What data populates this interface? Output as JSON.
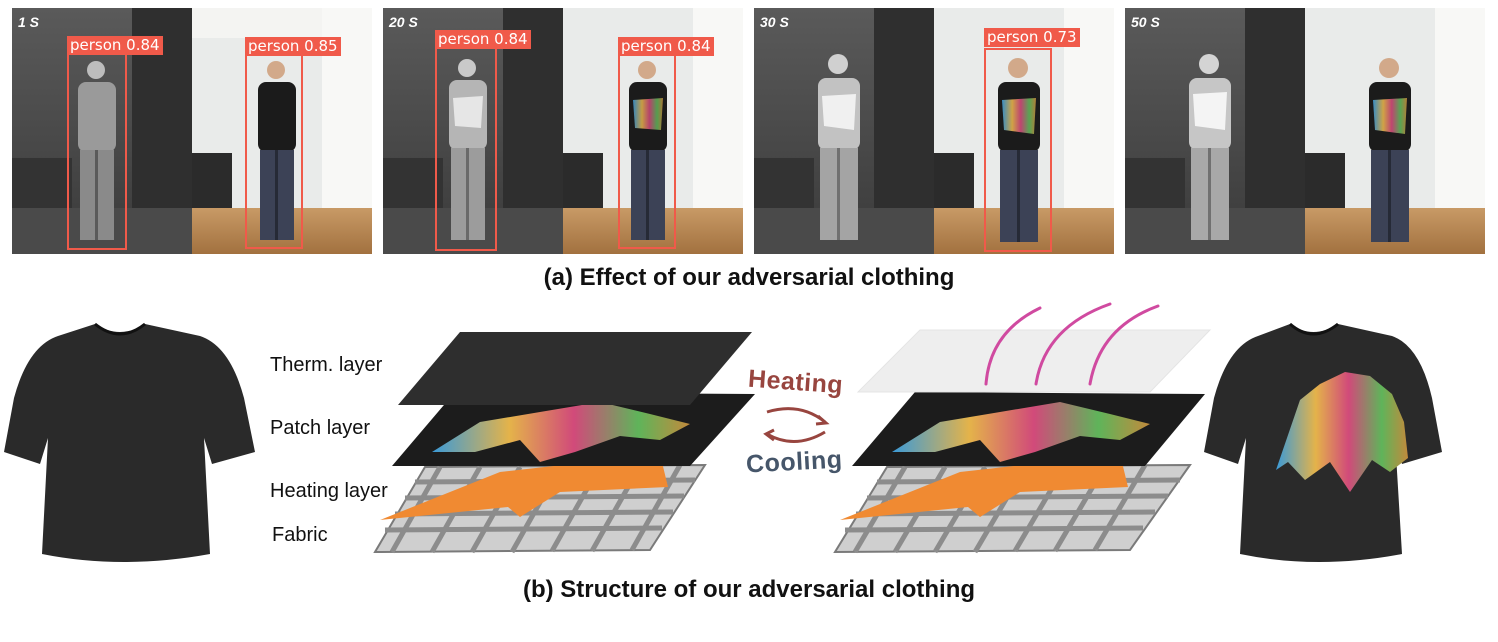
{
  "panel_a": {
    "caption": "(a) Effect  of our adversarial clothing",
    "groups": [
      {
        "time": "1 S",
        "thermal_det": "person 0.84",
        "rgb_det": "person 0.85"
      },
      {
        "time": "20 S",
        "thermal_det": "person 0.84",
        "rgb_det": "person 0.84"
      },
      {
        "time": "30  S",
        "rgb_det": "person 0.73"
      },
      {
        "time": "50 S"
      }
    ],
    "detection_color": "#f05a4a"
  },
  "panel_b": {
    "caption": "(b) Structure of our adversarial clothing",
    "layers": [
      "Therm. layer",
      "Patch layer",
      "Heating layer",
      "Fabric"
    ],
    "heating_label": "Heating",
    "cooling_label": "Cooling",
    "colors": {
      "heating": "#98453f",
      "cooling": "#46566a",
      "heat_waves": "#d04aa0",
      "heating_layer": "#f08a32"
    }
  }
}
